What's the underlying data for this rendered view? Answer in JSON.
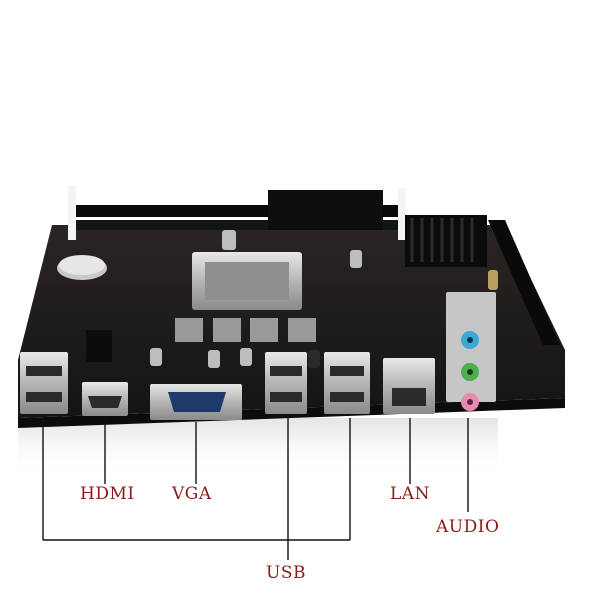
{
  "labels": {
    "hdmi": "HDMI",
    "vga": "VGA",
    "lan": "LAN",
    "audio": "AUDIO",
    "usb": "USB"
  },
  "colors": {
    "label": "#8b1a1a",
    "leader_line": "#111111",
    "board": "#1d1a1a",
    "audio_blue": "#3aa9d8",
    "audio_green": "#4caf50",
    "audio_pink": "#e889b0"
  }
}
